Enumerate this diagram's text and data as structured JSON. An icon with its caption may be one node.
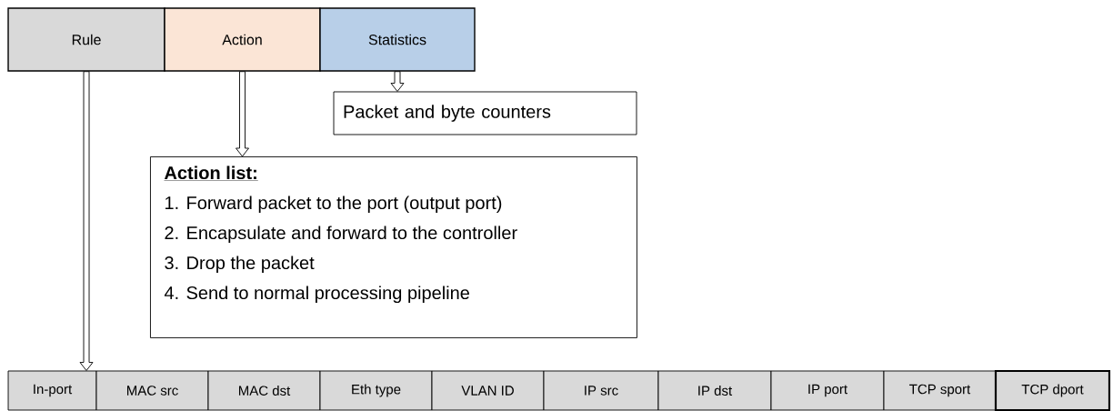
{
  "diagram": {
    "nodes": [
      {
        "text": [
          "Rule"
        ]
      },
      {
        "text": [
          "Action"
        ]
      },
      {
        "text": [
          "Statistics"
        ]
      },
      {
        "text": [
          "Packet and byte counters"
        ]
      },
      {
        "text": [
          "Action list:",
          "1. Forward packet to the port (output port)",
          "2. Encapsulate and forward to the controller",
          "3. Drop the packet",
          "4. Send to normal processing pipeline"
        ]
      },
      {
        "text": [
          "In-port"
        ]
      },
      {
        "text": [
          "MAC src"
        ]
      },
      {
        "text": [
          "MAC dst"
        ]
      },
      {
        "text": [
          "Eth type"
        ]
      },
      {
        "text": [
          "VLAN ID"
        ]
      },
      {
        "text": [
          "IP src"
        ]
      },
      {
        "text": [
          "IP dst"
        ]
      },
      {
        "text": [
          "IP port"
        ]
      },
      {
        "text": [
          "TCP sport"
        ]
      },
      {
        "text": [
          "TCP dport"
        ]
      }
    ],
    "edges": [
      {
        "from": 0,
        "to": 5,
        "arrow": "to"
      },
      {
        "from": 1,
        "to": 4,
        "arrow": "to"
      },
      {
        "from": 2,
        "to": 3,
        "arrow": "to"
      }
    ]
  }
}
